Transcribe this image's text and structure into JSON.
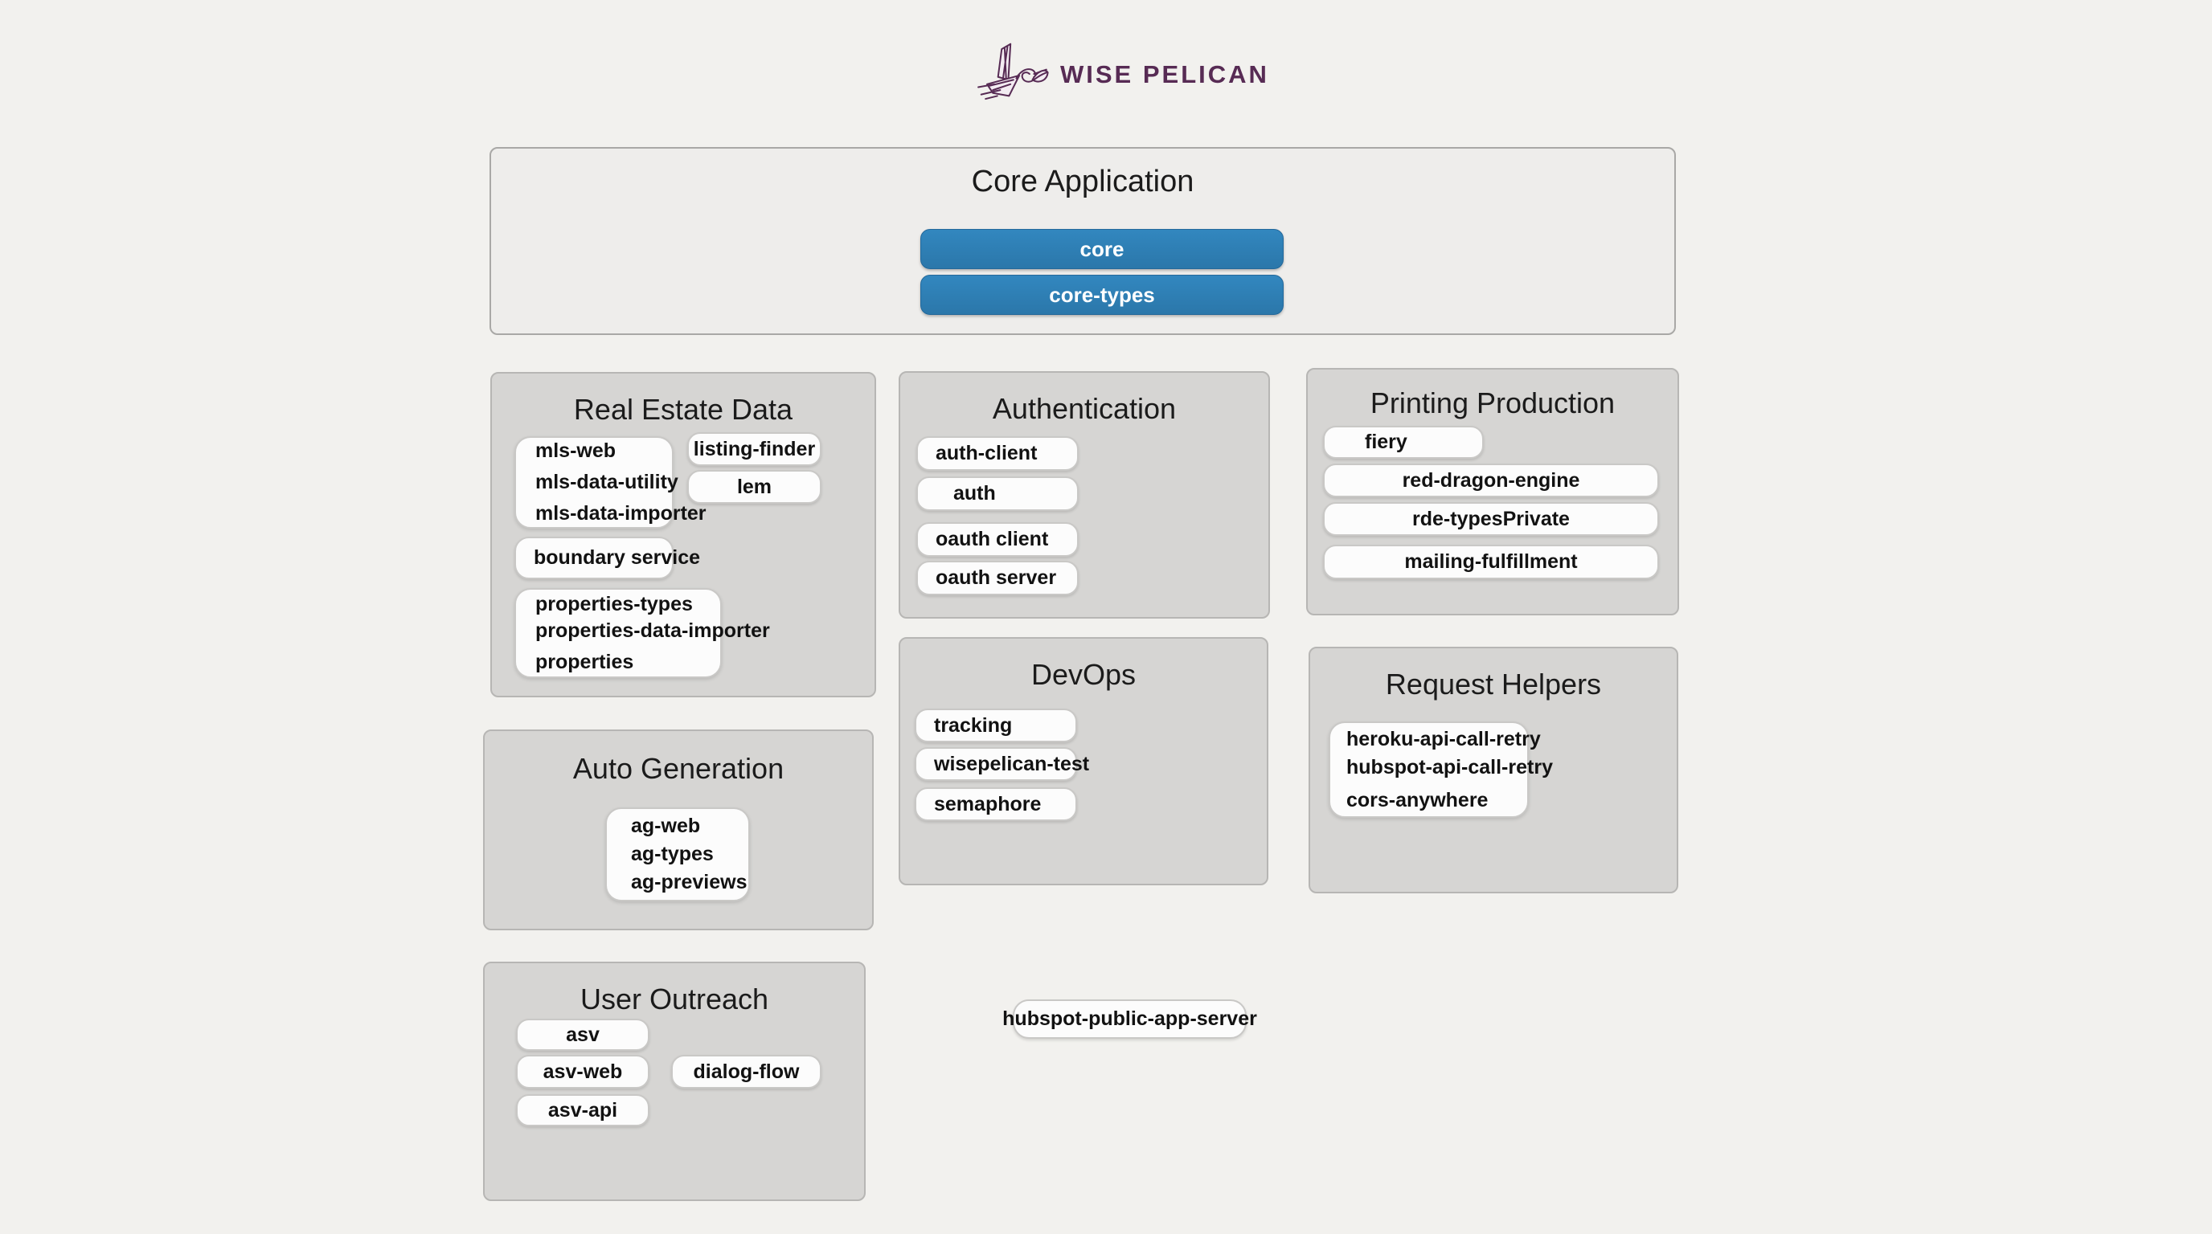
{
  "logo": {
    "icon": "origami-pelican-icon",
    "text": "WISE PELICAN"
  },
  "core": {
    "title": "Core Application",
    "items": [
      "core",
      "core-types"
    ]
  },
  "groups": {
    "real_estate": {
      "title": "Real Estate Data",
      "mls_card": [
        "mls-web",
        "mls-data-utility",
        "mls-data-importer"
      ],
      "listing_finder": "listing-finder",
      "lem": "lem",
      "boundary": "boundary service",
      "properties_card": [
        "properties-types",
        "properties-data-importer",
        "properties"
      ]
    },
    "authentication": {
      "title": "Authentication",
      "items": [
        "auth-client",
        "auth",
        "oauth client",
        "oauth server"
      ]
    },
    "printing": {
      "title": "Printing Production",
      "items": [
        "fiery",
        "red-dragon-engine",
        "rde-typesPrivate",
        "mailing-fulfillment"
      ]
    },
    "devops": {
      "title": "DevOps",
      "items": [
        "tracking",
        "wisepelican-test",
        "semaphore"
      ]
    },
    "request_helpers": {
      "title": "Request Helpers",
      "card": [
        "heroku-api-call-retry",
        "hubspot-api-call-retry",
        "cors-anywhere"
      ]
    },
    "auto_generation": {
      "title": "Auto Generation",
      "card": [
        "ag-web",
        "ag-types",
        "ag-previews"
      ]
    },
    "user_outreach": {
      "title": "User Outreach",
      "items": [
        "asv",
        "asv-web",
        "asv-api"
      ],
      "dialog_flow": "dialog-flow"
    }
  },
  "standalone": {
    "hubspot_public_app_server": "hubspot-public-app-server"
  },
  "colors": {
    "page_bg": "#f2f1ee",
    "core_box_bg": "#eeedeb",
    "group_box_bg": "#d6d5d3",
    "node_bg": "#fcfcfc",
    "accent_blue": "#2d7cb2",
    "logo_purple": "#572b54"
  }
}
